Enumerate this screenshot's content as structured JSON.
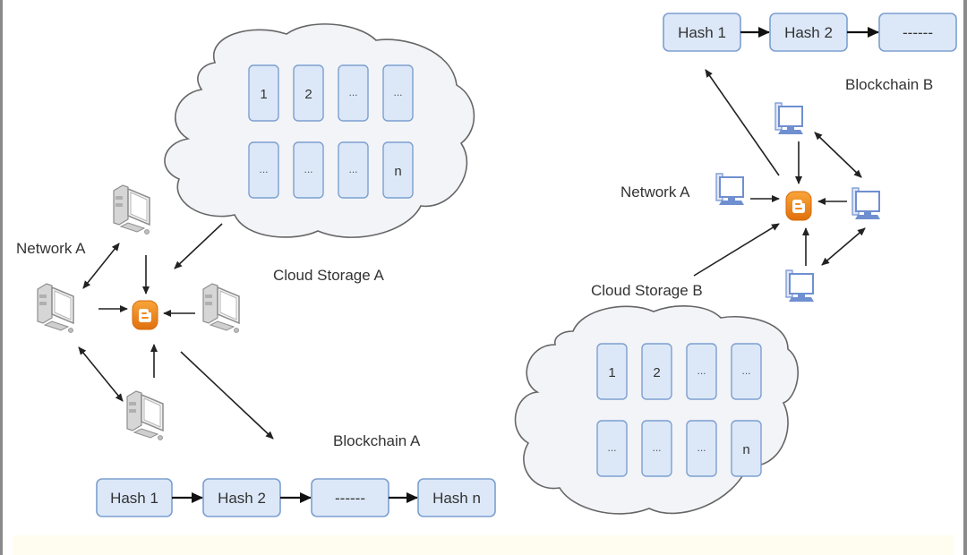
{
  "diagram": {
    "left": {
      "network_label": "Network A",
      "cloud_label": "Cloud Storage A",
      "blockchain_label": "Blockchain A",
      "cloud_cells": [
        "1",
        "2",
        "...",
        "...",
        "...",
        "...",
        "...",
        "n"
      ],
      "chain": [
        "Hash 1",
        "Hash 2",
        "------",
        "Hash n"
      ]
    },
    "right": {
      "network_label": "Network A",
      "cloud_label": "Cloud Storage B",
      "blockchain_label": "Blockchain B",
      "cloud_cells": [
        "1",
        "2",
        "...",
        "...",
        "...",
        "...",
        "...",
        "n"
      ],
      "chain": [
        "Hash 1",
        "Hash 2",
        "------"
      ]
    },
    "colors": {
      "box_fill": "#dce8f8",
      "box_stroke": "#7d9fcf",
      "cloud_fill": "#f2f4f7",
      "cloud_stroke": "#666666",
      "hub_orange": "#f08a1c",
      "computer_gray": "#9a9a9a",
      "computer_blue": "#6f8fd0"
    },
    "icons": {
      "hub": "blogger-icon",
      "node_left": "desktop-computer-icon",
      "node_right": "desktop-computer-icon"
    }
  }
}
